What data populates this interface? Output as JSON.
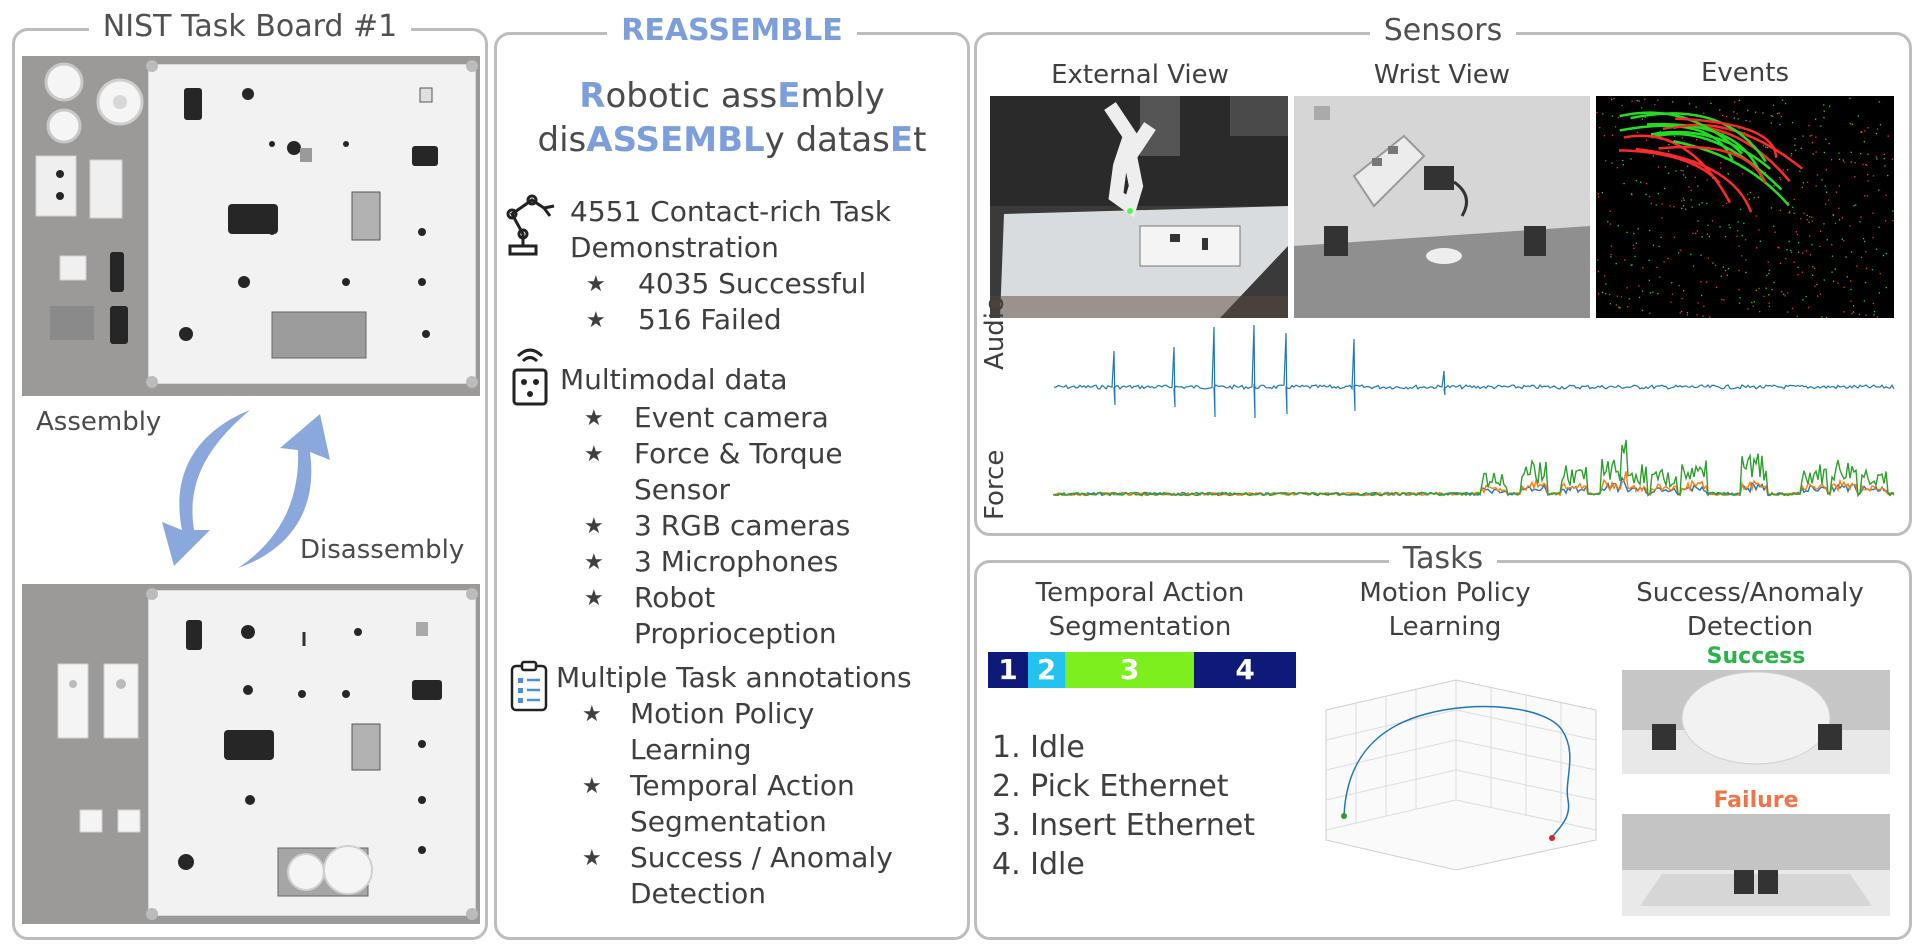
{
  "left_panel": {
    "title": "NIST Task Board #1",
    "assembly_label": "Assembly",
    "disassembly_label": "Disassembly",
    "arrow_color": "#8aa8dc"
  },
  "middle_panel": {
    "title": "REASSEMBLE",
    "accent_color": "#7c9fdc",
    "subtitle_line1": [
      {
        "t": "R",
        "hl": true
      },
      {
        "t": "obotic ass",
        "hl": false
      },
      {
        "t": "E",
        "hl": true
      },
      {
        "t": "mbly",
        "hl": false
      }
    ],
    "subtitle_line2": [
      {
        "t": "dis",
        "hl": false
      },
      {
        "t": "ASSEMBL",
        "hl": true
      },
      {
        "t": "y datas",
        "hl": false
      },
      {
        "t": "E",
        "hl": true
      },
      {
        "t": "t",
        "hl": false
      }
    ],
    "section1": {
      "icon": "robot-arm-icon",
      "heading_line1": "4551 Contact-rich Task",
      "heading_line2": "Demonstration",
      "items": [
        "4035 Successful",
        "516 Failed"
      ]
    },
    "section2": {
      "icon": "wireless-sensor-icon",
      "heading": "Multimodal data",
      "items": [
        "Event camera",
        "Force & Torque",
        "Sensor",
        "3 RGB cameras",
        "3 Microphones",
        "Robot",
        "Proprioception"
      ]
    },
    "section3": {
      "icon": "clipboard-checklist-icon",
      "heading": "Multiple Task annotations",
      "items": [
        "Motion Policy",
        "Learning",
        "Temporal Action",
        "Segmentation",
        "Success / Anomaly",
        "Detection"
      ]
    },
    "bullet": "★"
  },
  "sensors_panel": {
    "title": "Sensors",
    "views": [
      "External View",
      "Wrist View",
      "Events"
    ],
    "audio_label": "Audio",
    "force_label": "Force",
    "colors": {
      "audio": "#1f77b4",
      "force_blue": "#1f77b4",
      "force_orange": "#ff7f0e",
      "force_green": "#2ca02c"
    }
  },
  "tasks_panel": {
    "title": "Tasks",
    "col1_title_line1": "Temporal Action",
    "col1_title_line2": "Segmentation",
    "col2_title_line1": "Motion Policy",
    "col2_title_line2": "Learning",
    "col3_title_line1": "Success/Anomaly",
    "col3_title_line2": "Detection",
    "segments": [
      {
        "label": "1",
        "color": "#0d1a78",
        "fraction": 0.13
      },
      {
        "label": "2",
        "color": "#22c3ee",
        "fraction": 0.12
      },
      {
        "label": "3",
        "color": "#7cf01c",
        "fraction": 0.42
      },
      {
        "label": "4",
        "color": "#0d1a78",
        "fraction": 0.33
      }
    ],
    "steps": [
      "1.  Idle",
      "2.  Pick Ethernet",
      "3.  Insert Ethernet",
      "4.  Idle"
    ],
    "success_label": "Success",
    "failure_label": "Failure",
    "success_color": "#2ab34a",
    "failure_color": "#f0744a"
  }
}
